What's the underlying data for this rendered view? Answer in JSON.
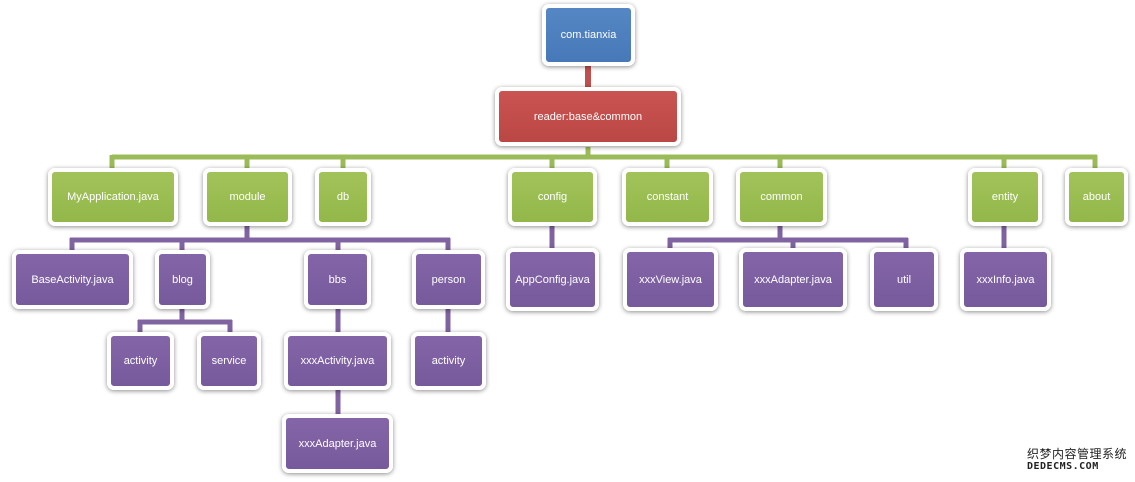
{
  "root": "com.tianxia",
  "base": "reader:base&common",
  "level1": {
    "myapplication": "MyApplication.java",
    "module": "module",
    "db": "db",
    "config": "config",
    "constant": "constant",
    "common": "common",
    "entity": "entity",
    "about": "about"
  },
  "module_children": {
    "baseactivity": "BaseActivity.java",
    "blog": "blog",
    "bbs": "bbs",
    "person": "person"
  },
  "blog_children": {
    "activity": "activity",
    "service": "service"
  },
  "bbs_children": {
    "xxxactivity": "xxxActivity.java",
    "xxxadapter": "xxxAdapter.java"
  },
  "person_children": {
    "activity": "activity"
  },
  "config_children": {
    "appconfig": "AppConfig.java"
  },
  "common_children": {
    "xxxview": "xxxView.java",
    "xxxadapter": "xxxAdapter.java",
    "util": "util"
  },
  "entity_children": {
    "xxxinfo": "xxxInfo.java"
  },
  "colors": {
    "root": "#4f81bd",
    "base": "#c0504d",
    "level1": "#9bbb59",
    "leaf": "#8064a2",
    "connector_green": "#9bbb59",
    "connector_purple": "#8064a2",
    "connector_red": "#c0504d"
  },
  "watermark": {
    "line1": "织梦内容管理系统",
    "line2": "DEDECMS.COM"
  }
}
